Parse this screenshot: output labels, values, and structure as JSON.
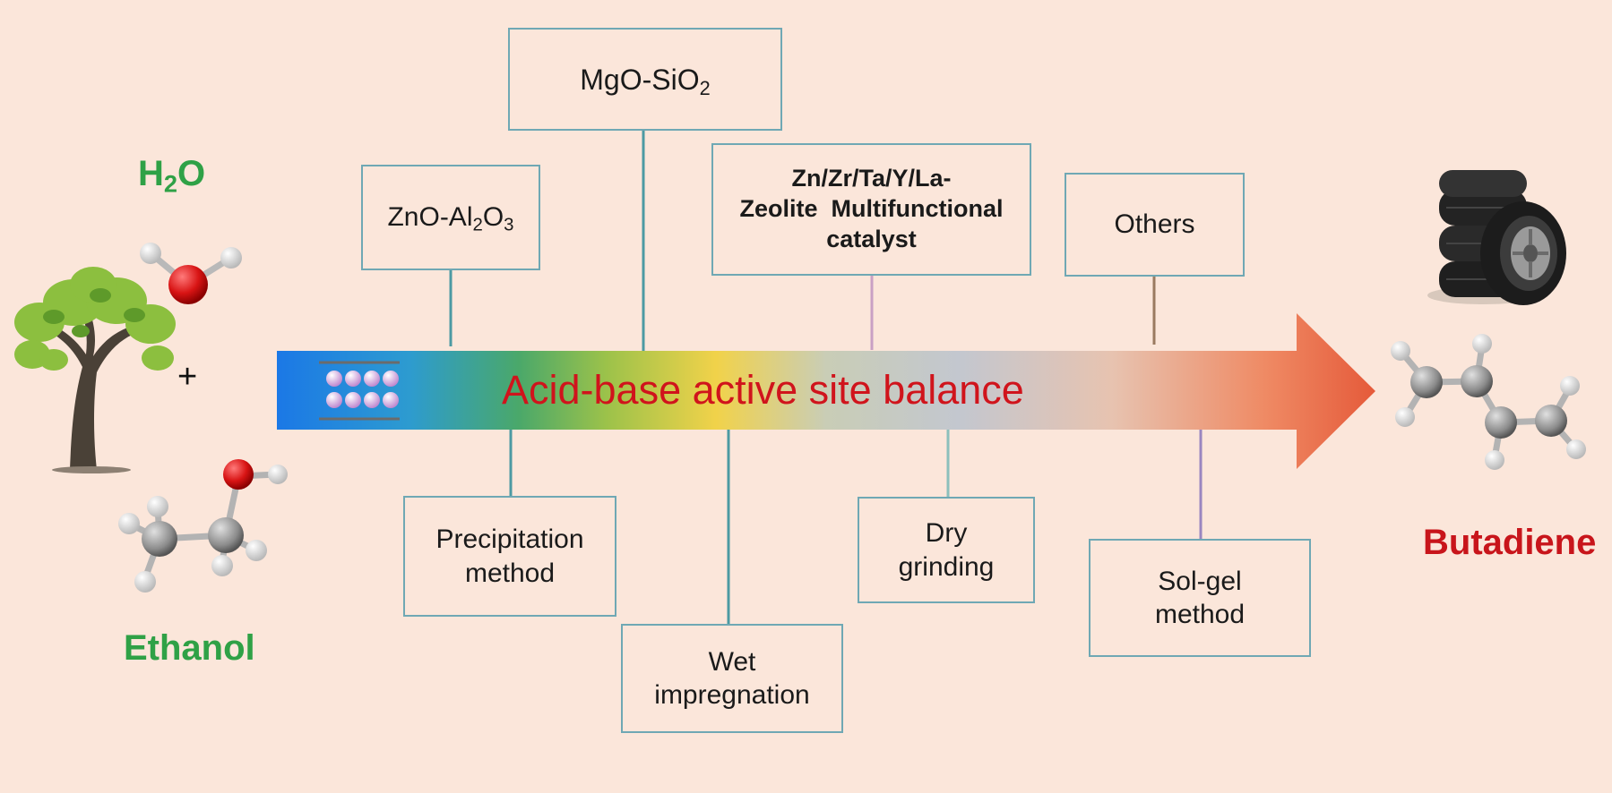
{
  "central_arrow": {
    "label": "Acid-base active site balance"
  },
  "reactants": {
    "water": {
      "base": "H",
      "sub": "2",
      "rest": "O"
    },
    "plus": "+",
    "ethanol": "Ethanol"
  },
  "product": {
    "label": "Butadiene"
  },
  "catalysts": {
    "mgo_sio2": {
      "base": "MgO-SiO",
      "sub": "2"
    },
    "zno_al2o3": {
      "a": "ZnO-Al",
      "sub1": "2",
      "b": "O",
      "sub2": "3"
    },
    "zeolite": {
      "line1": "Zn/Zr/Ta/Y/La-",
      "line2": "Zeolite  Multifunctional",
      "line3": "catalyst"
    },
    "others": "Others"
  },
  "methods": {
    "precipitation": {
      "line1": "Precipitation",
      "line2": "method"
    },
    "wet": {
      "line1": "Wet",
      "line2": "impregnation"
    },
    "dry": {
      "line1": "Dry",
      "line2": "grinding"
    },
    "solgel": {
      "line1": "Sol-gel",
      "line2": "method"
    }
  },
  "colors": {
    "background": "#fbe6da",
    "arrow_gradient": [
      "#1f7de0",
      "#3ab0a0",
      "#e8d24a",
      "#c6c2c8",
      "#e9552f"
    ],
    "arrow_text": "#d0141c",
    "green_label": "#2fa146",
    "red_label": "#c8151b"
  }
}
